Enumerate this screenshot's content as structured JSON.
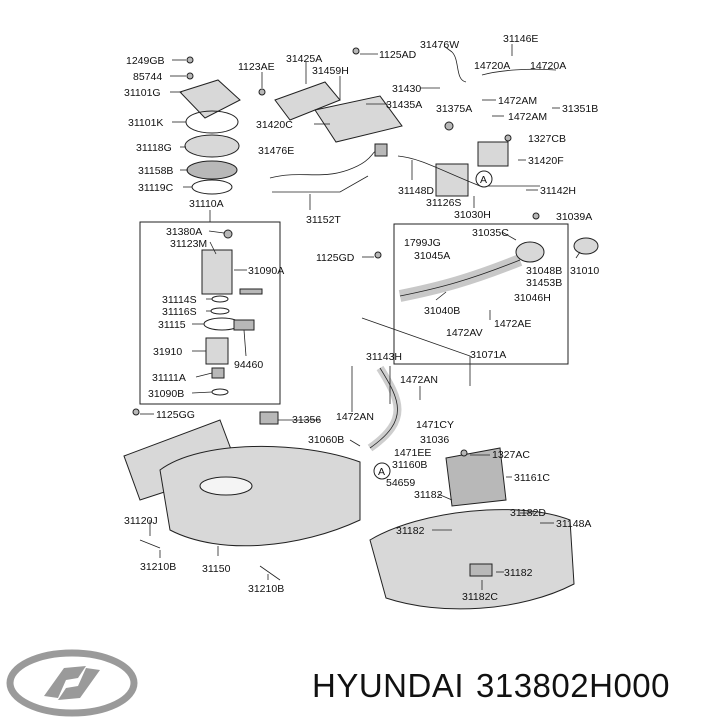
{
  "footer": {
    "brand": "HYUNDAI",
    "part_number": "313802H000"
  },
  "labels": {
    "l1249gb": "1249GB",
    "l85744": "85744",
    "l31101g": "31101G",
    "l31101k": "31101K",
    "l31118g": "31118G",
    "l31158b": "31158B",
    "l31119c": "31119C",
    "l31110a": "31110A",
    "l31380a": "31380A",
    "l31123m": "31123M",
    "l31090a": "31090A",
    "l31114s": "31114S",
    "l31116s": "31116S",
    "l31115": "31115",
    "l31910": "31910",
    "l94460": "94460",
    "l31111a": "31111A",
    "l31090b": "31090B",
    "l1125gg": "1125GG",
    "l31356": "31356",
    "l1123ae": "1123AE",
    "l31425a": "31425A",
    "l31459h": "31459H",
    "l1125ad": "1125AD",
    "l31420c": "31420C",
    "l31476e": "31476E",
    "l31152t": "31152T",
    "l31435a": "31435A",
    "l31476w": "31476W",
    "l31146e": "31146E",
    "l14720a_1": "14720A",
    "l14720a_2": "14720A",
    "l31430": "31430",
    "l1472am_1": "1472AM",
    "l1472am_2": "1472AM",
    "l31351b": "31351B",
    "l31375a": "31375A",
    "l1327cb": "1327CB",
    "l31420f": "31420F",
    "l31148d": "31148D",
    "l31126s": "31126S",
    "l31142h": "31142H",
    "l31030h": "31030H",
    "l31039a": "31039A",
    "l31035c": "31035C",
    "l1799jg": "1799JG",
    "l31045a": "31045A",
    "l31048b": "31048B",
    "l31453b": "31453B",
    "l31046h": "31046H",
    "l31010": "31010",
    "l1125gd": "1125GD",
    "l31040b": "31040B",
    "l1472av": "1472AV",
    "l1472ae": "1472AE",
    "l31071a": "31071A",
    "l31143h": "31143H",
    "l1472an_1": "1472AN",
    "l1472an_2": "1472AN",
    "l1471cy": "1471CY",
    "l31060b": "31060B",
    "l31036": "31036",
    "l1471ee": "1471EE",
    "l31160b": "31160B",
    "l54659": "54659",
    "l1327ac": "1327AC",
    "l31161c": "31161C",
    "l31182_1": "31182",
    "l31182_2": "31182",
    "l31182_3": "31182",
    "l31182d": "31182D",
    "l31148a": "31148A",
    "l31182c": "31182C",
    "l31120j": "31120J",
    "l31210b_1": "31210B",
    "l31150": "31150",
    "l31210b_2": "31210B",
    "callout_a1": "A",
    "callout_a2": "A"
  },
  "colors": {
    "ink": "#222222",
    "part_fill": "#d8d8d8",
    "logo": "#9a9a9a"
  },
  "icons": {
    "logo": "hyundai-logo"
  }
}
